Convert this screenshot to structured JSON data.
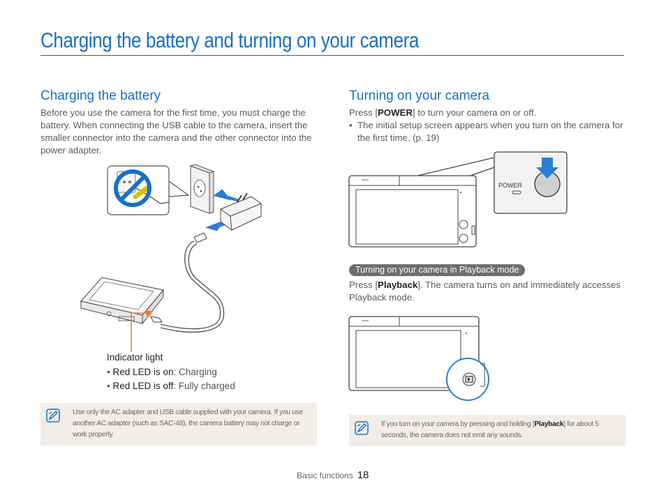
{
  "page": {
    "title": "Charging the battery and turning on your camera"
  },
  "charging": {
    "heading": "Charging the battery",
    "intro": "Before you use the camera for the first time, you must charge the battery. When connecting the USB cable to the camera, insert the smaller connector into the camera and the other connector into the power adapter.",
    "indicator": {
      "title": "Indicator light",
      "items": [
        {
          "label": "Red LED is on",
          "value": ": Charging"
        },
        {
          "label": "Red LED is off",
          "value": ": Fully charged"
        }
      ]
    },
    "note": "Use only the AC adapter and USB cable supplied with your camera. If you use another AC adapter (such as SAC-48), the camera battery may not charge or work properly."
  },
  "turning_on": {
    "heading": "Turning on your camera",
    "press_prefix": "Press [",
    "power_key": "POWER",
    "press_suffix": "] to turn your camera on or off.",
    "bullet": "The initial setup screen appears when you turn on the camera for the first time. (p. 19)",
    "power_label": "POWER",
    "playback_badge": "Turning on your camera in Playback mode",
    "playback_prefix": "Press [",
    "playback_key": "Playback",
    "playback_suffix": "]. The camera turns on and immediately accesses Playback mode.",
    "note_prefix": "If you turn on your camera by pressing and holding [",
    "note_key": "Playback",
    "note_suffix": "] for about 5 seconds, the camera does not emit any sounds."
  },
  "footer": {
    "section": "Basic functions",
    "page_number": "18"
  },
  "colors": {
    "title_blue": "#1a6fc4",
    "arrow_blue": "#2a7fd4",
    "note_bg": "#f1ede8",
    "badge_gray": "#6e6e6e",
    "indicator_orange": "#f07a2a"
  }
}
